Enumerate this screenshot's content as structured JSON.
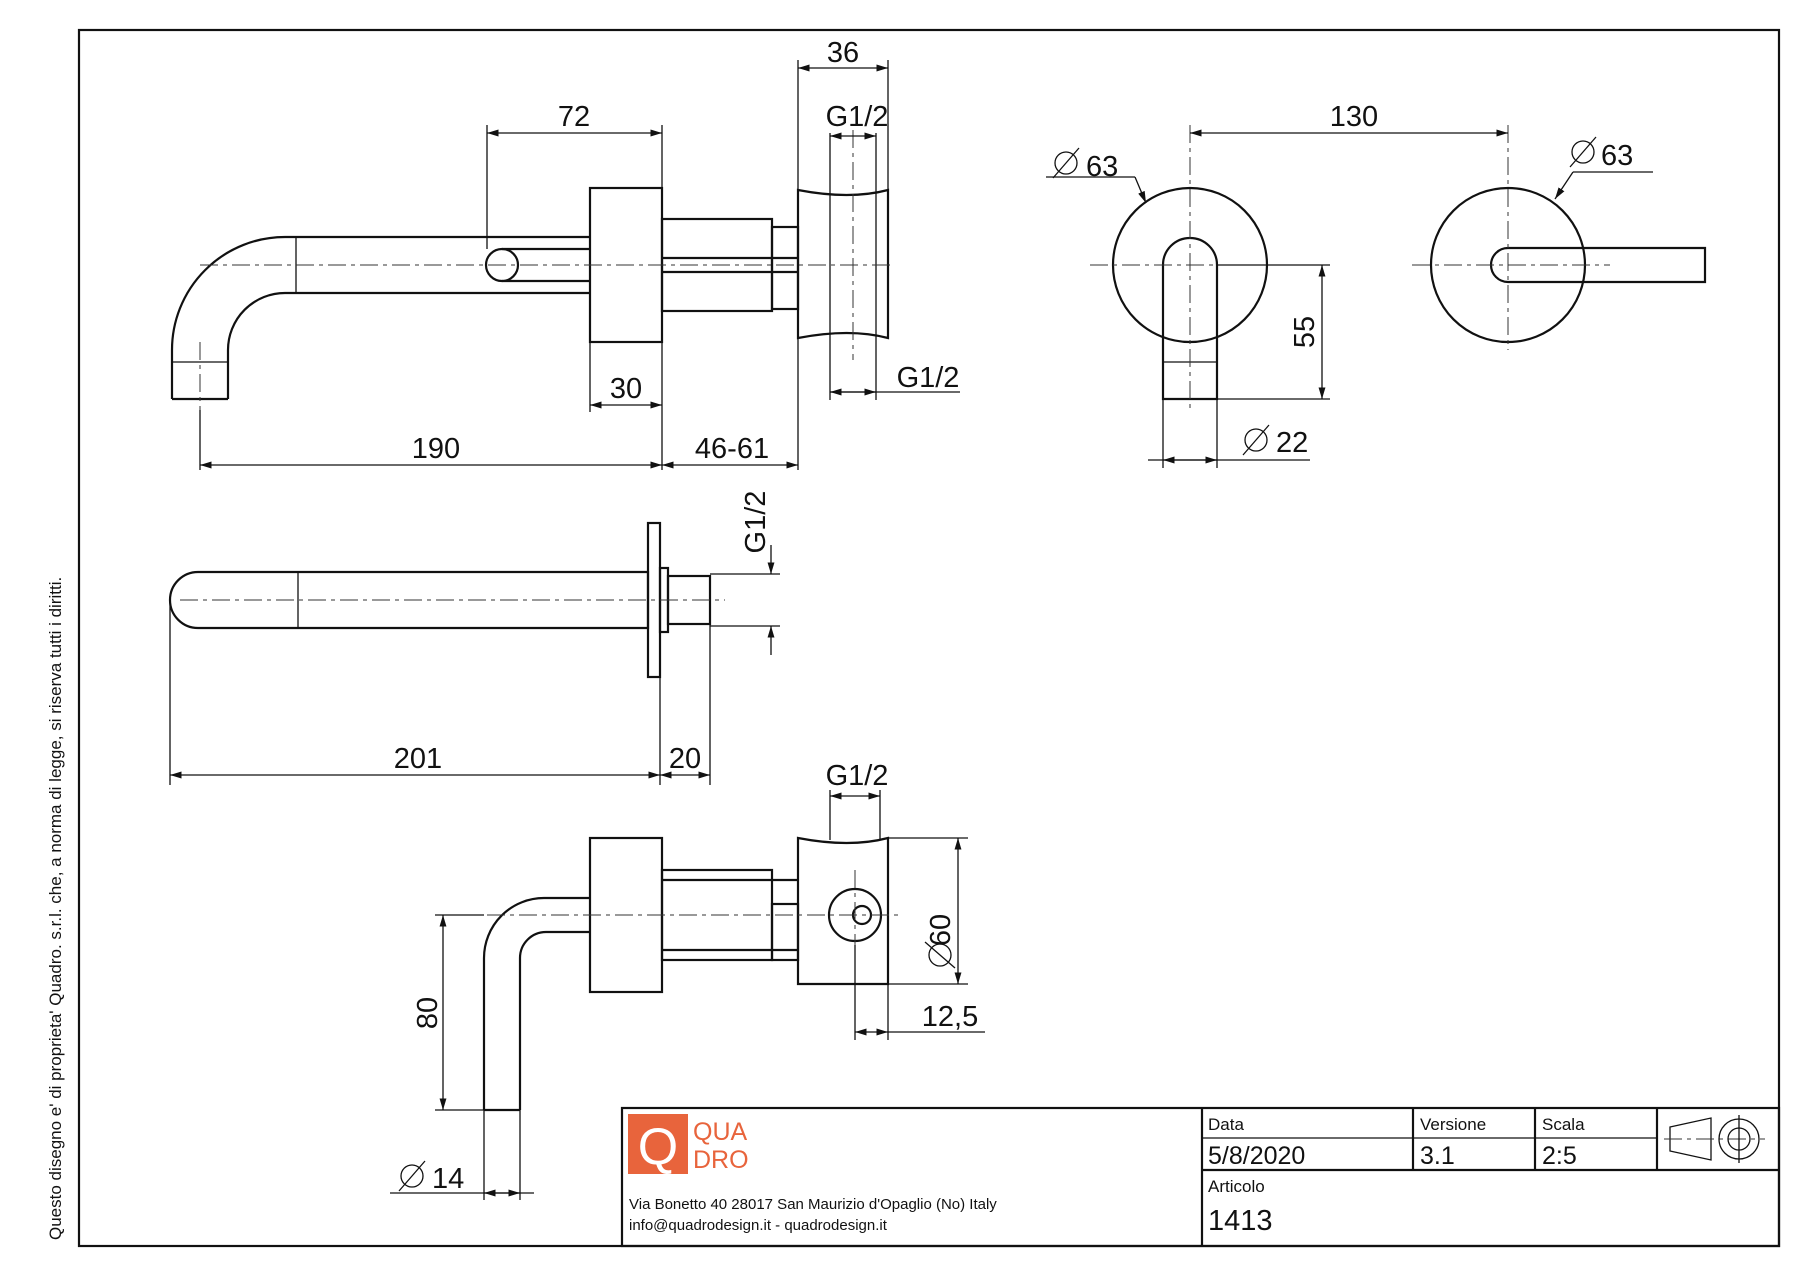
{
  "side_note": "Questo disegno e' di proprieta' Quadro. s.r.l. che, a norma di legge, si riserva tutti i diritti.",
  "dimensions": {
    "side_view": {
      "d36": "36",
      "d72": "72",
      "g12_top": "G1/2",
      "g12_right": "G1/2",
      "d30": "30",
      "d190": "190",
      "d46_61": "46-61"
    },
    "front_view": {
      "d130": "130",
      "dia63_left": "63",
      "dia63_right": "63",
      "d55": "55",
      "dia22": "22"
    },
    "top_view": {
      "g12": "G1/2",
      "d201": "201",
      "d20": "20"
    },
    "bottom_view": {
      "g12": "G1/2",
      "dia60": "60",
      "d80": "80",
      "d12_5": "12,5",
      "dia14": "14"
    }
  },
  "title_block": {
    "logo_line1": "QUA",
    "logo_line2": "DRO",
    "logo_letter": "Q",
    "address_line1": "Via Bonetto 40  28017 San Maurizio d'Opaglio (No) Italy",
    "address_line2": "info@quadrodesign.it  -  quadrodesign.it",
    "data_label": "Data",
    "data_value": "5/8/2020",
    "versione_label": "Versione",
    "versione_value": "3.1",
    "scala_label": "Scala",
    "scala_value": "2:5",
    "articolo_label": "Articolo",
    "articolo_value": "1413",
    "projection_symbol": "third-angle-projection-icon"
  },
  "colors": {
    "brand": "#e8643c",
    "line": "#111111"
  }
}
